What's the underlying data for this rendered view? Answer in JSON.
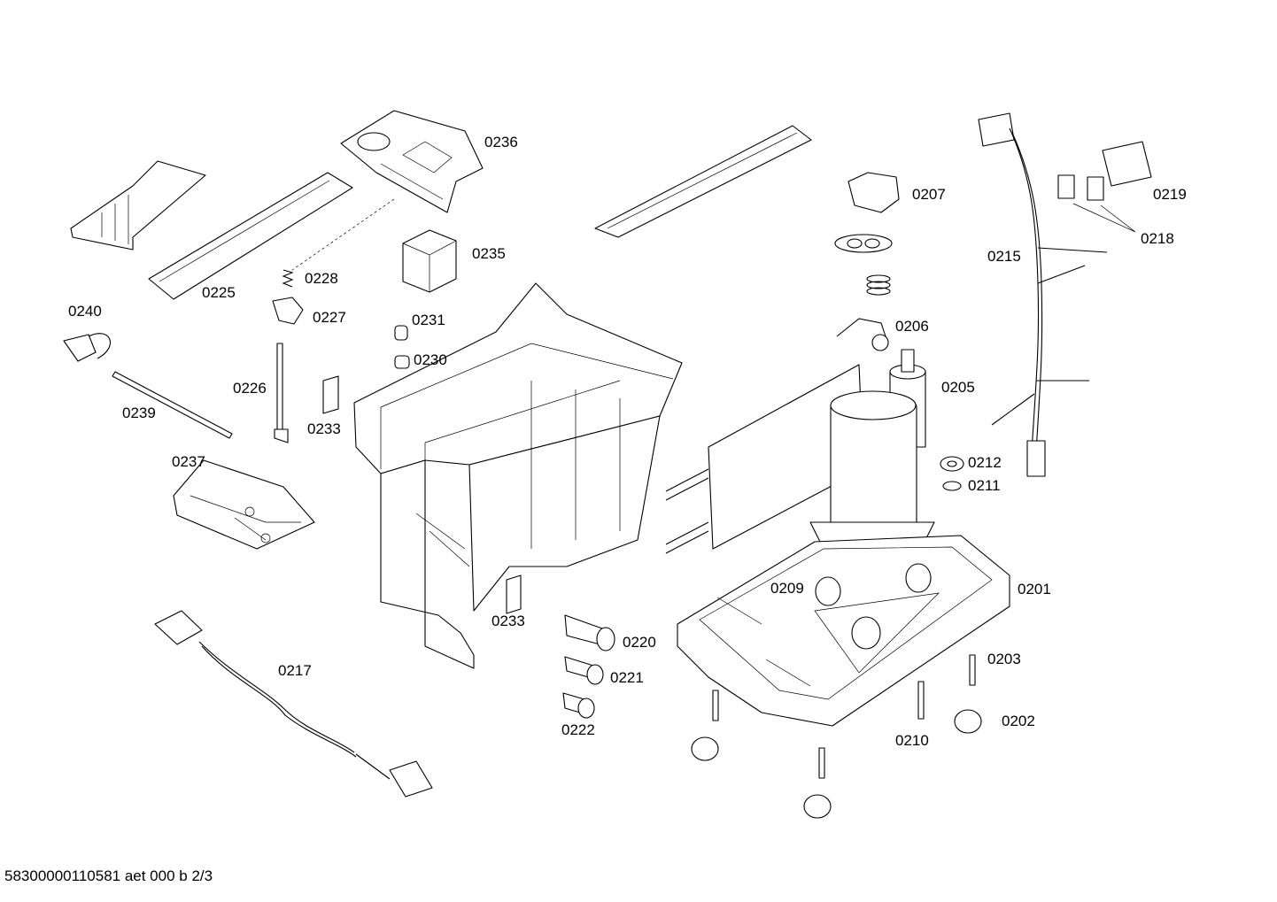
{
  "labels": {
    "p0201": "0201",
    "p0202": "0202",
    "p0203": "0203",
    "p0205": "0205",
    "p0206": "0206",
    "p0207": "0207",
    "p0209": "0209",
    "p0210": "0210",
    "p0211": "0211",
    "p0212": "0212",
    "p0215": "0215",
    "p0217": "0217",
    "p0218": "0218",
    "p0219": "0219",
    "p0220": "0220",
    "p0221": "0221",
    "p0222": "0222",
    "p0225": "0225",
    "p0226": "0226",
    "p0227": "0227",
    "p0228": "0228",
    "p0230": "0230",
    "p0231": "0231",
    "p0233a": "0233",
    "p0233b": "0233",
    "p0235": "0235",
    "p0236": "0236",
    "p0237": "0237",
    "p0239": "0239",
    "p0240": "0240"
  },
  "footer": {
    "text": "58300000110581 aet 000 b 2/3"
  }
}
